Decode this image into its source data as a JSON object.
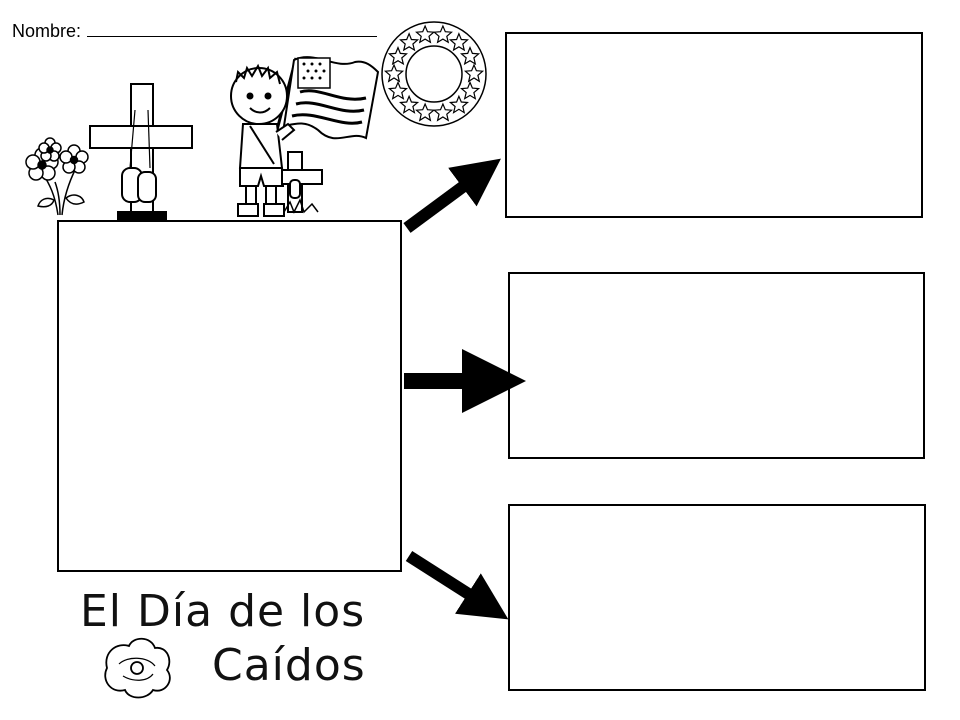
{
  "header": {
    "name_label": "Nombre:"
  },
  "title": {
    "line1": "El Día de los",
    "line2": "Caídos"
  },
  "boxes": {
    "main": "",
    "right_top": "",
    "right_middle": "",
    "right_bottom": ""
  },
  "decorations": {
    "cross": "cross-icon",
    "flowers": "flowers-icon",
    "boy_with_flag": "boy-with-flag-icon",
    "wreath": "wreath-icon",
    "poppy": "poppy-icon",
    "arrows": [
      "arrow-up-right-icon",
      "arrow-right-icon",
      "arrow-down-right-icon"
    ]
  },
  "colors": {
    "ink": "#000000",
    "paper": "#ffffff"
  }
}
